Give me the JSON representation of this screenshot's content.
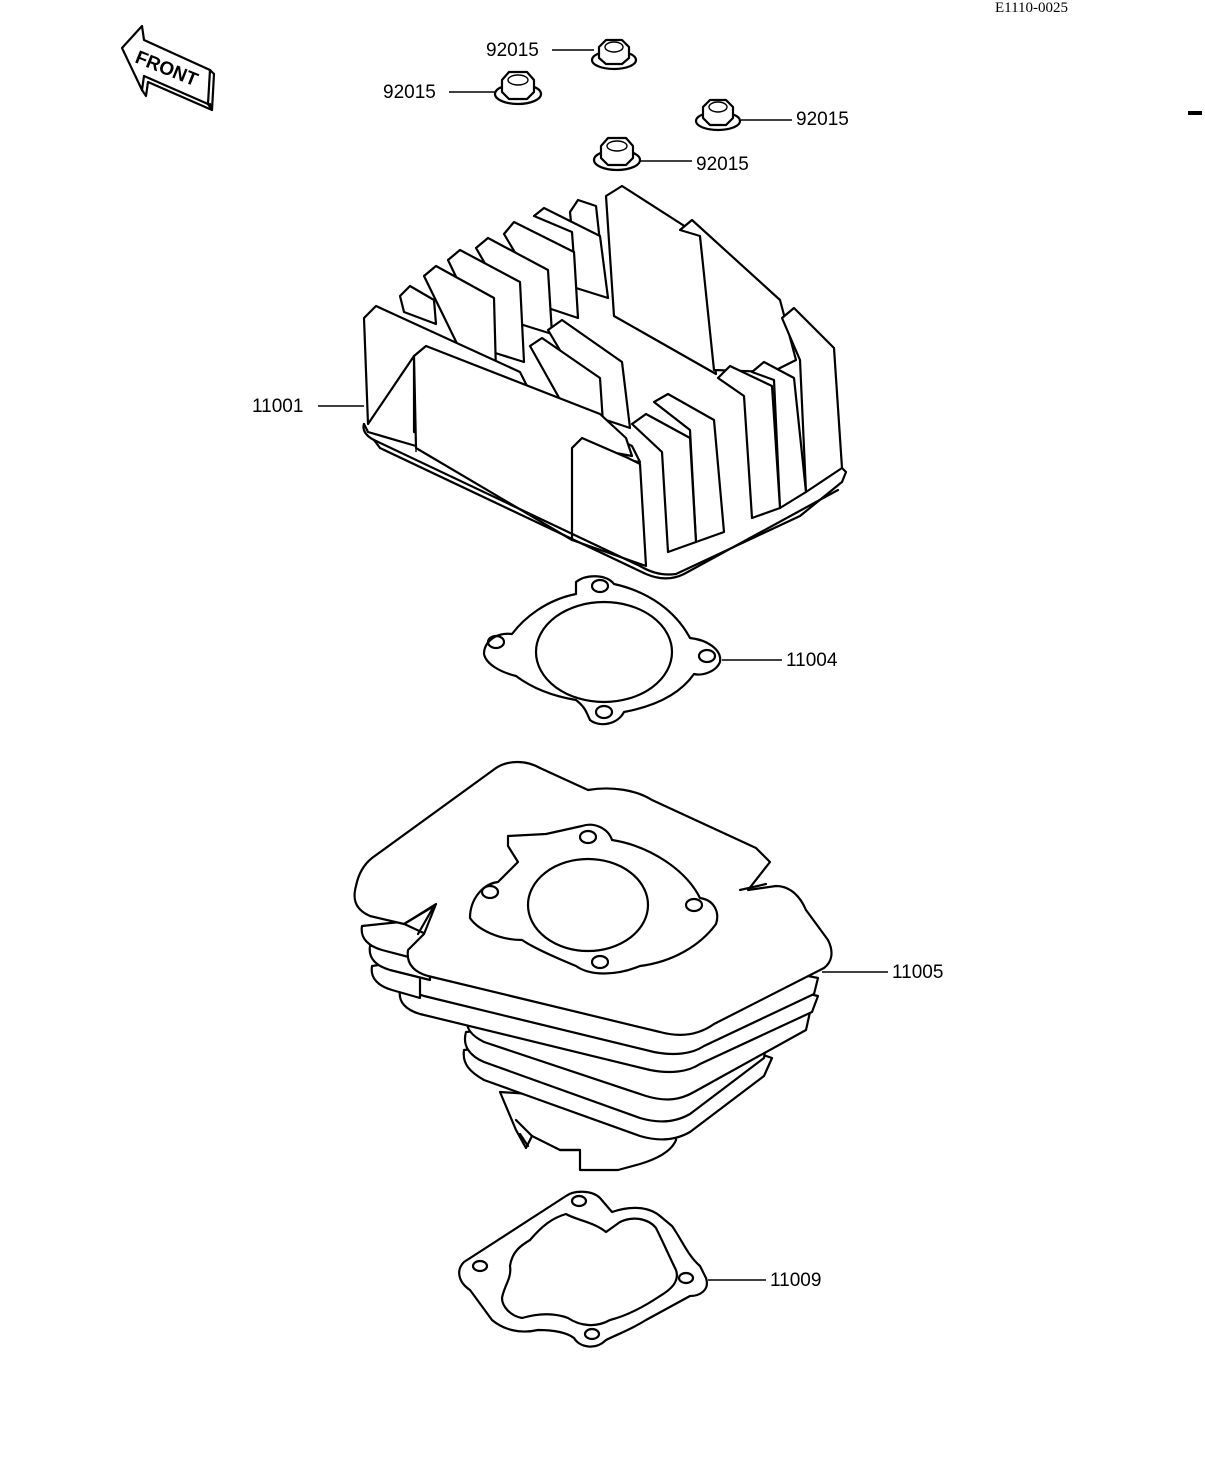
{
  "diagram": {
    "drawing_code": "E1110-0025",
    "front_label": "FRONT",
    "callouts": {
      "nut_a": "92015",
      "nut_b": "92015",
      "nut_c": "92015",
      "nut_d": "92015",
      "cylinder_head": "11001",
      "head_gasket": "11004",
      "cylinder": "11005",
      "base_gasket": "11009"
    },
    "icons": {
      "front_arrow": "front-arrow-icon",
      "nut": "hex-flange-nut-icon"
    }
  }
}
